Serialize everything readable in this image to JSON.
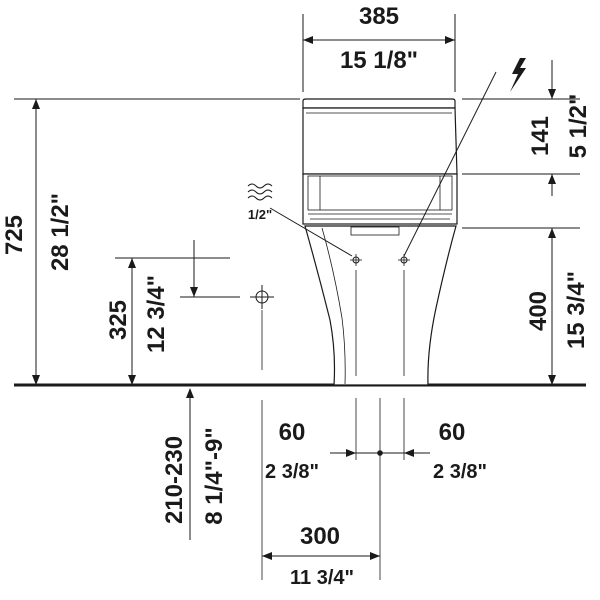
{
  "dimensions": {
    "width_mm": "385",
    "width_in": "15 1/8\"",
    "height_mm": "725",
    "height_in": "28 1/2\"",
    "tank_mm": "141",
    "tank_in": "5 1/2\"",
    "drain_mm": "325",
    "drain_in": "12 3/4\"",
    "supply_mm": "400",
    "supply_in": "15 3/4\"",
    "wall_range_mm": "210-230",
    "wall_range_in": "8 1/4\"-9\"",
    "left_offset_mm": "60",
    "left_offset_in": "2 3/8\"",
    "right_offset_mm": "60",
    "right_offset_in": "2 3/8\"",
    "center_mm": "300",
    "center_in": "11 3/4\""
  },
  "water_label": "1/2\"",
  "icons": {
    "water": "water-supply-icon",
    "electric": "lightning-bolt-icon"
  }
}
